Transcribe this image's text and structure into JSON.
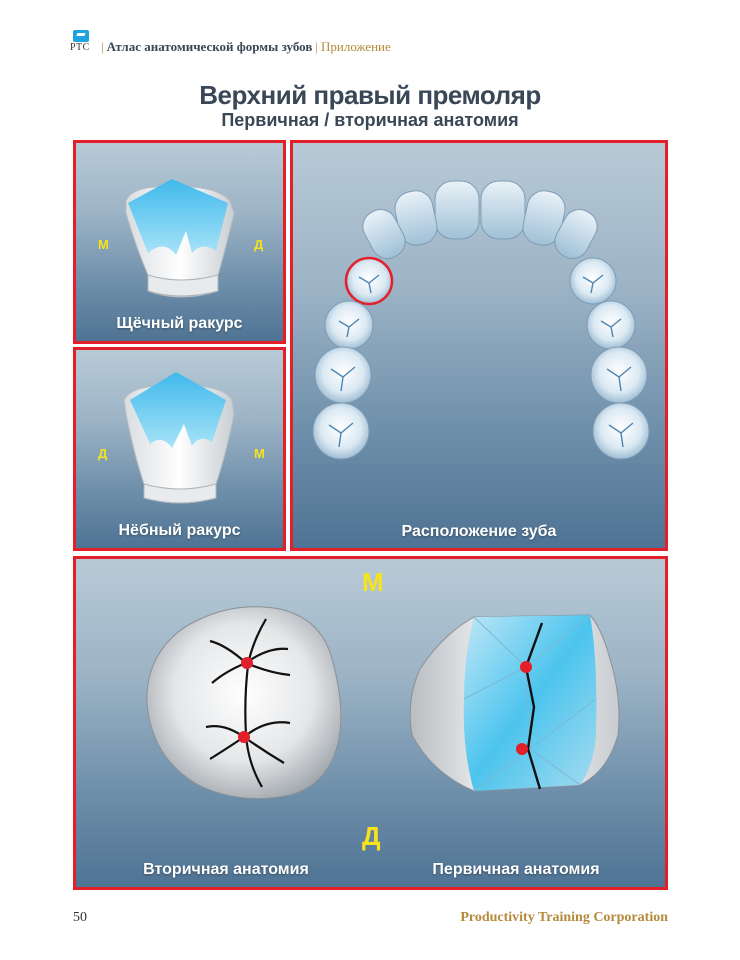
{
  "header": {
    "logo_text": "PTC",
    "atlas_title": "Атлас анатомической формы зубов",
    "separator": "|",
    "section": "Приложение"
  },
  "title": "Верхний правый премоляр",
  "subtitle": "Первичная / вторичная анатомия",
  "panels": {
    "buccal": {
      "caption": "Щёчный ракурс",
      "left_letter": "М",
      "right_letter": "Д"
    },
    "palatal": {
      "caption": "Нёбный ракурс",
      "left_letter": "Д",
      "right_letter": "М"
    },
    "position": {
      "caption": "Расположение зуба"
    },
    "occlusal": {
      "top_letter": "М",
      "bottom_letter": "Д",
      "left_caption": "Вторичная анатомия",
      "right_caption": "Первичная анатомия"
    }
  },
  "footer": {
    "page_number": "50",
    "company": "Productivity Training Corporation"
  },
  "colors": {
    "border": "#e3202a",
    "accent_blue": "#4cc4ee",
    "label_yellow": "#f6e31b",
    "text_dark": "#3a4756",
    "footer_gold": "#b58a3c"
  }
}
